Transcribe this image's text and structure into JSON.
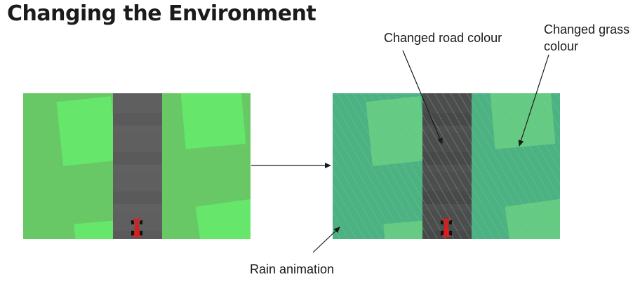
{
  "title": "Changing the Environment",
  "labels": {
    "road": "Changed road colour",
    "grass_line1": "Changed grass",
    "grass_line2": "colour",
    "rain": "Rain animation"
  },
  "colors": {
    "grass_before": "#67c865",
    "grass_after": "#4cb282",
    "road_before": "#5f5f5f",
    "road_after": "#4d4d4d",
    "car": "#d81e1e"
  },
  "icons": {
    "car": "race-car-icon",
    "arrow": "arrow-right-icon"
  }
}
